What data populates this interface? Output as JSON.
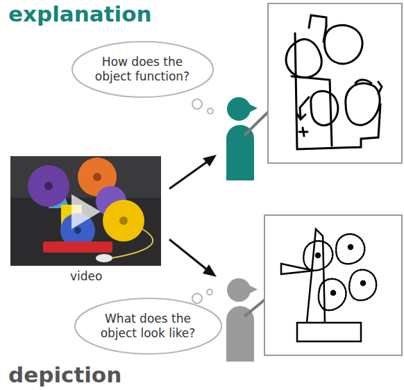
{
  "diagram": {
    "nodes": [
      {
        "text": [
          "How does the object function?"
        ]
      },
      {
        "text": [
          "What does the object look like?"
        ]
      }
    ],
    "labels": [
      "explanation",
      "video",
      "depiction"
    ]
  }
}
